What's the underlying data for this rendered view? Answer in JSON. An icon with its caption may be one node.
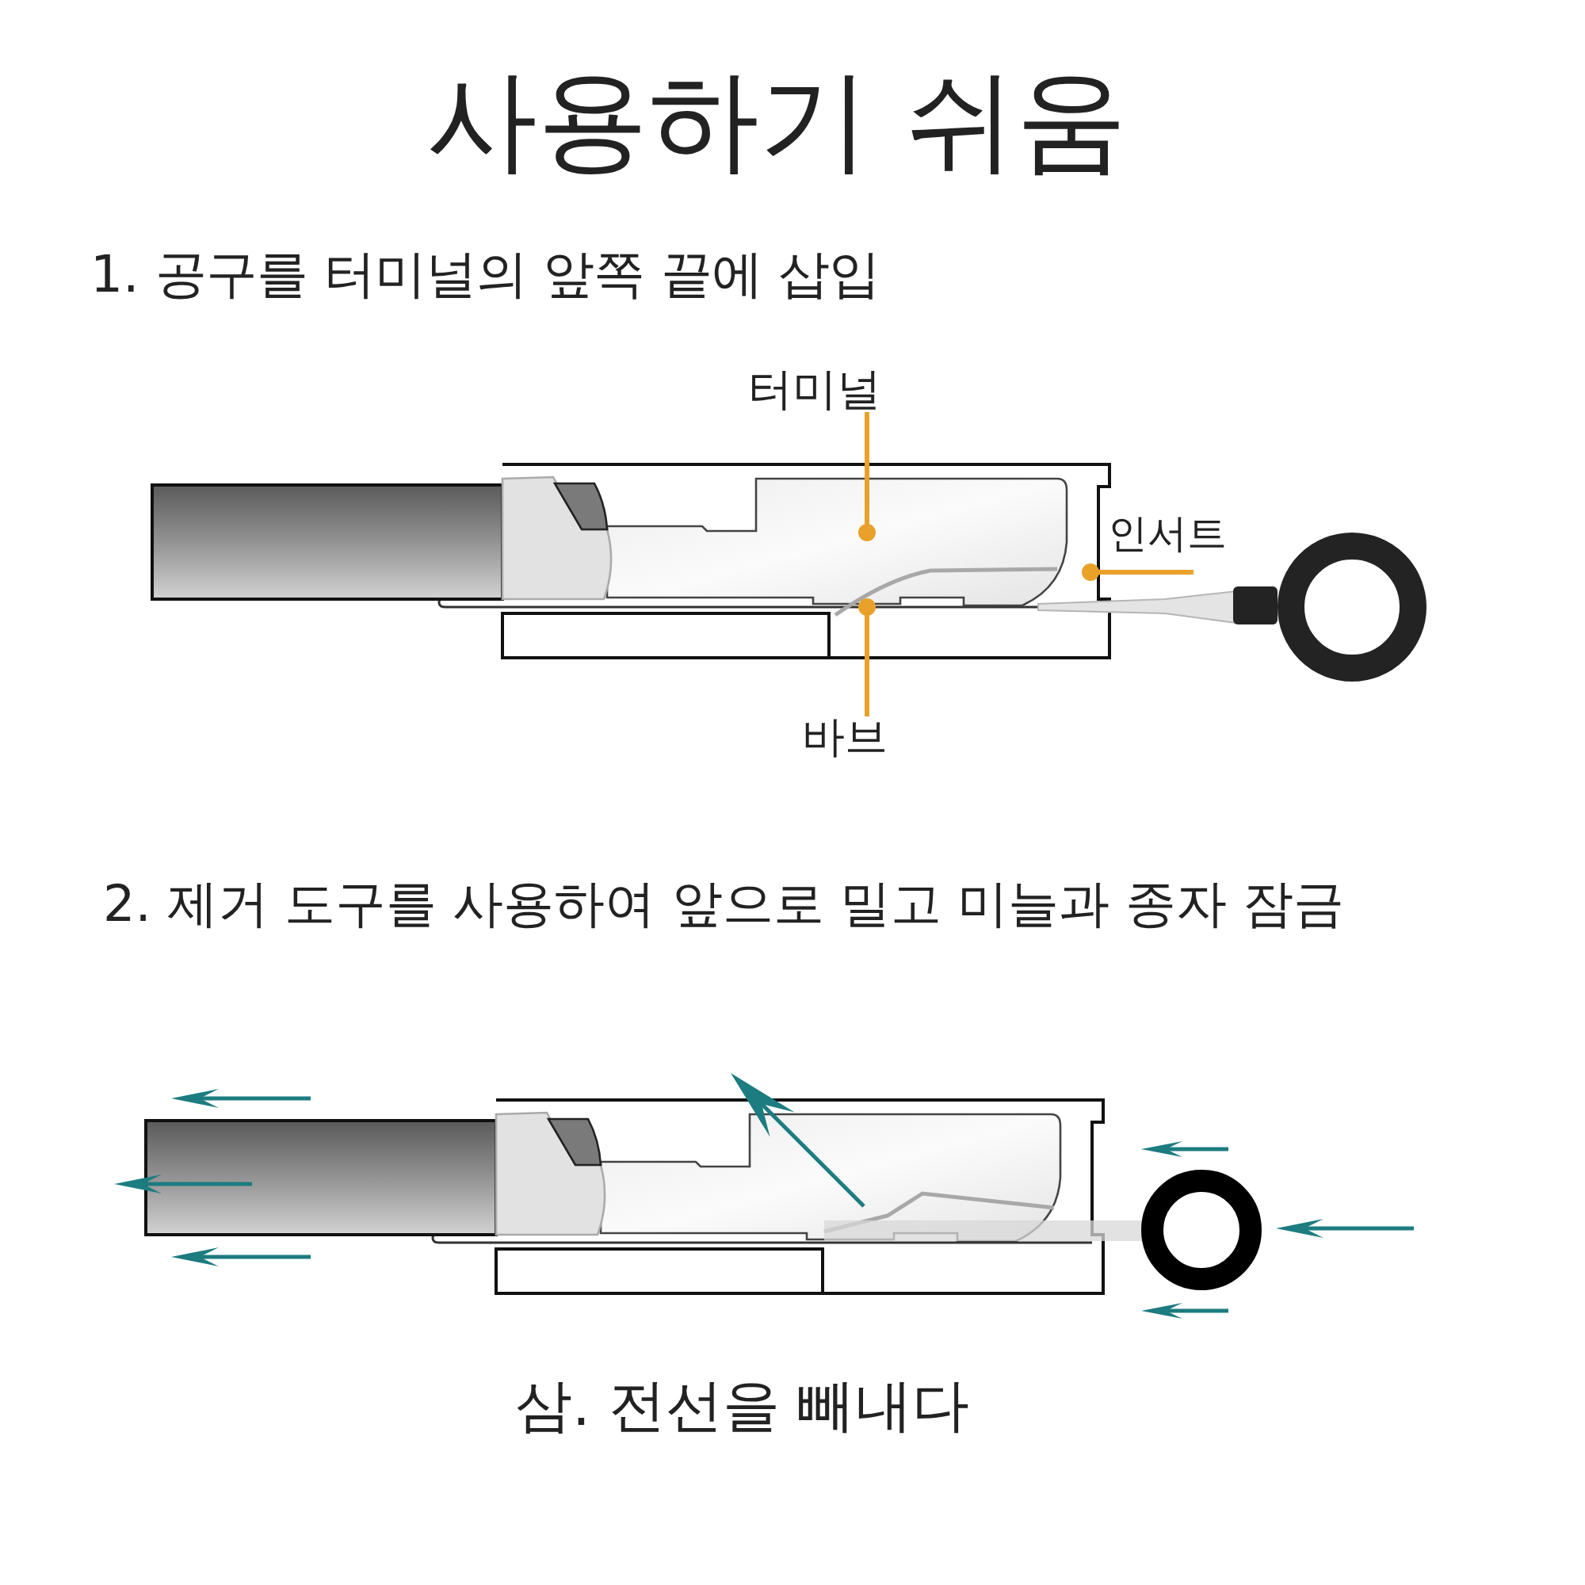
{
  "diagram": {
    "title": "사용하기 쉬움",
    "nodes": [
      {
        "text": [
          "터미널"
        ]
      },
      {
        "text": [
          "바브"
        ]
      },
      {
        "text": [
          "인서트"
        ]
      }
    ],
    "edges": [
      {
        "from": 0,
        "to": null,
        "arrow": "other"
      },
      {
        "from": 1,
        "to": null,
        "arrow": "other"
      },
      {
        "from": 2,
        "to": null,
        "arrow": "other"
      }
    ],
    "labels": [
      "1. 공구를 터미널의 앞쪽 끝에 삽입",
      "2. 제거 도구를 사용하여 앞으로 밀고 미늘과 종자 잠금",
      "삼. 전선을 빼내다"
    ]
  }
}
